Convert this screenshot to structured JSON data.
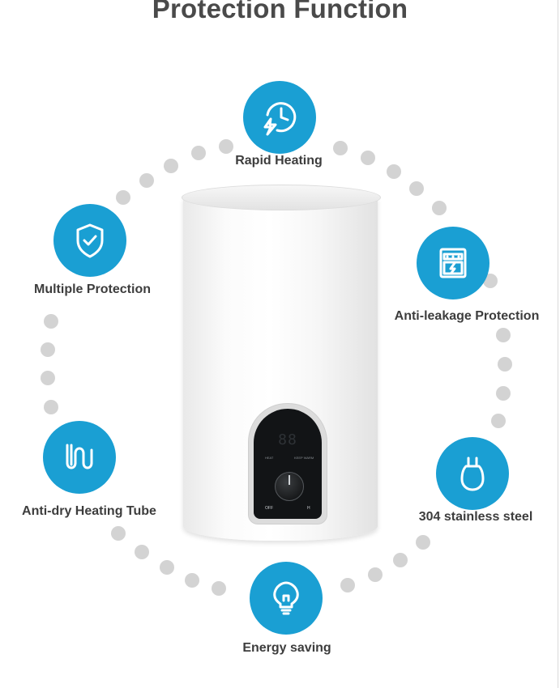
{
  "title": "Protection Function",
  "features": [
    {
      "label": "Rapid Heating",
      "icon": "clock-lightning-icon"
    },
    {
      "label": "Multiple Protection",
      "icon": "shield-check-icon"
    },
    {
      "label": "Anti-leakage Protection",
      "icon": "leakage-panel-icon"
    },
    {
      "label": "Anti-dry Heating Tube",
      "icon": "heating-tube-icon"
    },
    {
      "label": "304 stainless steel",
      "icon": "steel-tank-icon"
    },
    {
      "label": "Energy saving",
      "icon": "lightbulb-icon"
    }
  ],
  "colors": {
    "accent": "#1a9fd3",
    "dot": "#d3d3d3",
    "text": "#3d3d3d"
  }
}
